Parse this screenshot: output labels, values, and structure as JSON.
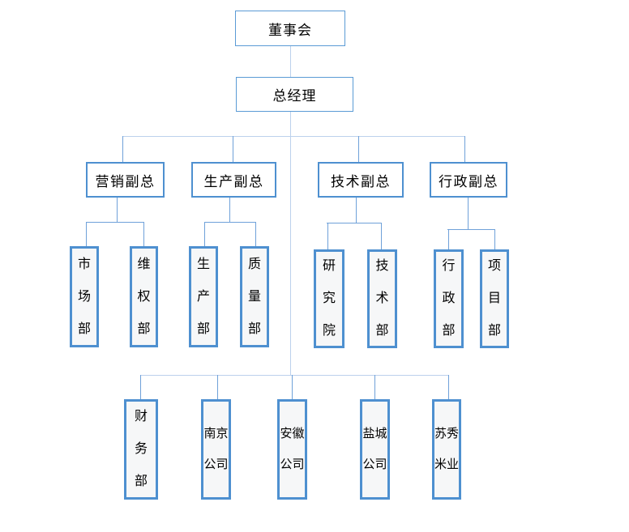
{
  "org": {
    "tree": {
      "label": "董事会",
      "children": [
        {
          "label": "总经理",
          "children": [
            {
              "label": "营销副总",
              "children": [
                {
                  "label": "市场部"
                },
                {
                  "label": "维权部"
                }
              ]
            },
            {
              "label": "生产副总",
              "children": [
                {
                  "label": "生产部"
                },
                {
                  "label": "质量部"
                }
              ]
            },
            {
              "label": "技术副总",
              "children": [
                {
                  "label": "研究院"
                },
                {
                  "label": "技术部"
                }
              ]
            },
            {
              "label": "行政副总",
              "children": [
                {
                  "label": "行政部"
                },
                {
                  "label": "项目部"
                }
              ]
            },
            {
              "label": "财务部"
            },
            {
              "label": "南京公司"
            },
            {
              "label": "安徽公司"
            },
            {
              "label": "盐城公司"
            },
            {
              "label": "苏秀米业"
            }
          ]
        }
      ]
    },
    "colors": {
      "box_border_thin": "#5B9BD5",
      "box_border_thick": "#4E90D0",
      "box_fill_vertical": "#F6F7F8",
      "connector": "#6FA1D9",
      "connector_light": "#BCD1EC",
      "text": "#000000",
      "background": "#FFFFFF"
    }
  }
}
